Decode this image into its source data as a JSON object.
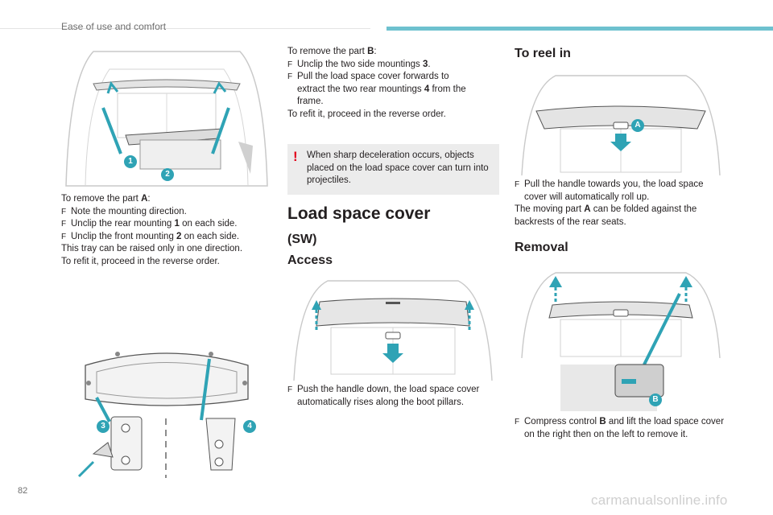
{
  "header": {
    "section_title": "Ease of use and comfort",
    "accent_color": "#6ec1cf"
  },
  "footer": {
    "page_number": "82",
    "watermark": "carmanualsonline.info"
  },
  "col1": {
    "intro": "To remove the part",
    "intro_bold": "A",
    "intro_tail": ":",
    "bullets": [
      {
        "text": "Note the mounting direction."
      },
      {
        "pre": "Unclip the rear mounting ",
        "bold": "1",
        "post": " on each side."
      },
      {
        "pre": "Unclip the front mounting ",
        "bold": "2",
        "post": " on each side."
      }
    ],
    "note1": "This tray can be raised only in one direction.",
    "note2": "To refit it, proceed in the reverse order.",
    "figure1_labels": [
      "1",
      "2"
    ],
    "figure2_labels": [
      "3",
      "4"
    ]
  },
  "col2": {
    "intro": "To remove the part",
    "intro_bold": "B",
    "intro_tail": ":",
    "bullet1_pre": "Unclip the two side mountings ",
    "bullet1_bold": "3",
    "bullet1_post": ".",
    "bullet2_line1": "Pull the load space cover forwards to",
    "bullet2_line2_pre": "extract the two rear mountings ",
    "bullet2_line2_bold": "4",
    "bullet2_line2_post": " from the",
    "bullet2_line3": "frame.",
    "refit": "To refit it, proceed in the reverse order.",
    "warning_icon": "!",
    "warning_text": "When sharp deceleration occurs, objects placed on the load space cover can turn into projectiles.",
    "heading": "Load space cover",
    "subheading_sw": "(SW)",
    "subheading_access": "Access",
    "access_bullet": "Push the handle down, the load space cover automatically rises along the boot pillars."
  },
  "col3": {
    "heading_reel": "To reel in",
    "reel_bullet": "Pull the handle towards you, the load space cover will automatically roll up.",
    "moving_pre": "The moving part ",
    "moving_bold": "A",
    "moving_post": " can be folded against the backrests of the rear seats.",
    "heading_removal": "Removal",
    "removal_pre": "Compress control ",
    "removal_bold": "B",
    "removal_post": " and lift the load space cover on the right then on the left to remove it.",
    "figure_reel_label": "A",
    "figure_removal_label": "B"
  },
  "bullet_glyph": "F"
}
